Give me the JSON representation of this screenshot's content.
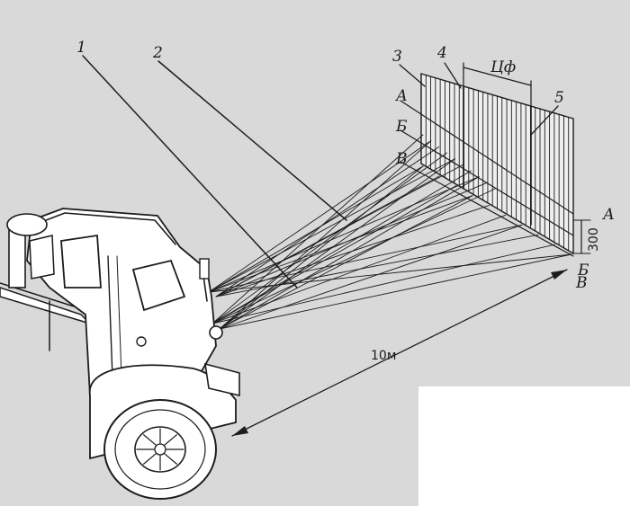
{
  "labels": {
    "item1": "1",
    "item2": "2",
    "item3": "3",
    "item4": "4",
    "item5": "5",
    "line_a_left": "А",
    "line_b_left": "Б",
    "line_v_left": "В",
    "line_a_right": "А",
    "line_b_right": "Б",
    "line_v_right": "В",
    "center_distance": "Цф",
    "height_offset": "300",
    "distance": "10м"
  }
}
